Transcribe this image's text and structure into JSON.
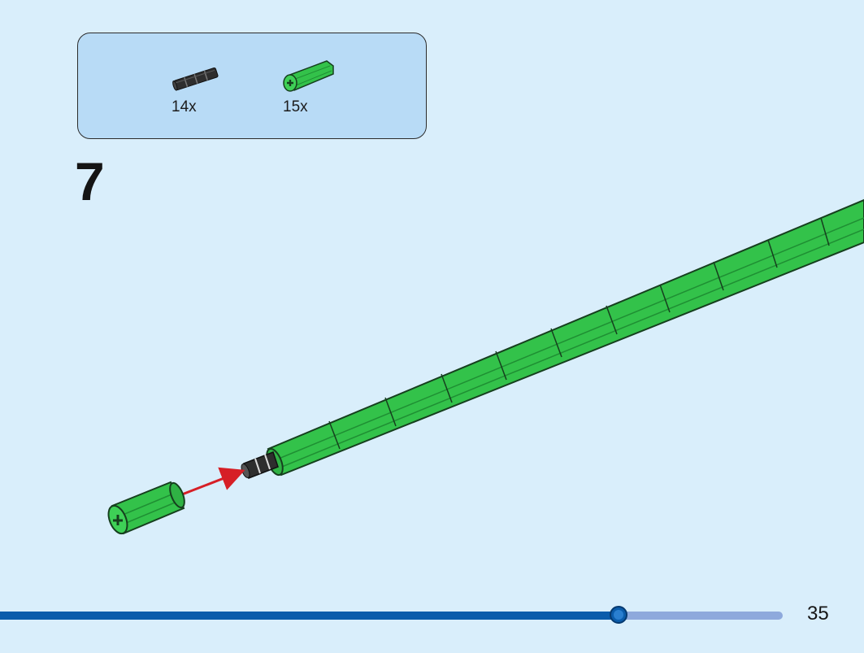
{
  "parts_list": [
    {
      "icon": "black-axle-connector-icon",
      "quantity": "14x"
    },
    {
      "icon": "green-axle-tube-icon",
      "quantity": "15x"
    }
  ],
  "step": {
    "number": "7"
  },
  "page": {
    "number": "35"
  },
  "progress": {
    "fraction": 0.79
  },
  "colors": {
    "background": "#d9eefb",
    "parts_box": "#b8dbf6",
    "tube_green": "#33c24a",
    "tube_dark": "#1f8f33",
    "arrow_red": "#d61f26",
    "progress_done": "#0b5cab",
    "progress_todo": "#8ea9dc"
  }
}
